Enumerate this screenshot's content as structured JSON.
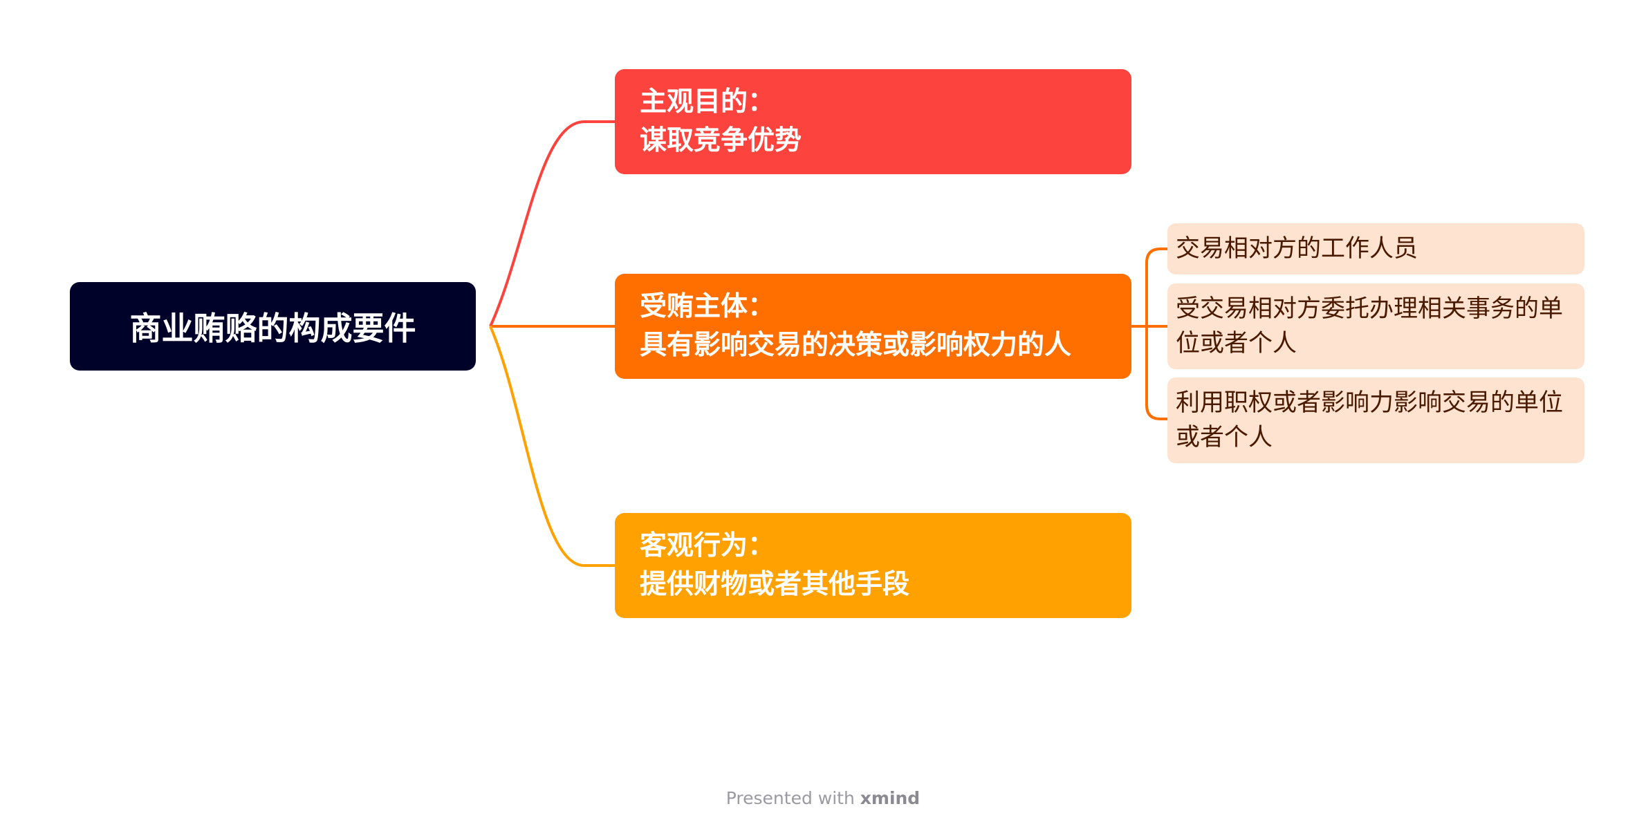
{
  "root": {
    "label": "商业贿赂的构成要件",
    "color": "#000229"
  },
  "branches": [
    {
      "title": "主观目的：",
      "detail": "谋取竞争优势",
      "color": "#FC433D"
    },
    {
      "title": "受贿主体：",
      "detail": "具有影响交易的决策或影响权力的人",
      "color": "#FF6F00",
      "children": [
        {
          "label": "交易相对方的工作人员"
        },
        {
          "label": "受交易相对方委托办理相关事务的单位或者个人"
        },
        {
          "label": "利用职权或者影响力影响交易的单位或者个人"
        }
      ]
    },
    {
      "title": "客观行为：",
      "detail": "提供财物或者其他手段",
      "color": "#FFA100"
    }
  ],
  "sub_node_color": "#FDE3D0",
  "footer": {
    "prefix": "Presented with",
    "brand": "xmind"
  }
}
